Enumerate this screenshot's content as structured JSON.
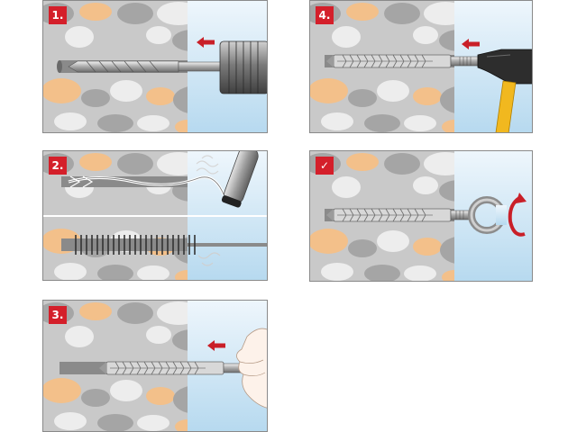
{
  "steps": [
    {
      "id": "step-1",
      "label": "1.",
      "action": "drill-hole"
    },
    {
      "id": "step-2",
      "label": "2.",
      "action": "clean-hole"
    },
    {
      "id": "step-3",
      "label": "3.",
      "action": "insert-anchor"
    },
    {
      "id": "step-4",
      "label": "4.",
      "action": "hammer-anchor"
    },
    {
      "id": "step-done",
      "label": "✓",
      "action": "screw-eye-hook"
    }
  ],
  "colors": {
    "badge": "#d41f2a",
    "stone_bg": "#c9c9c9",
    "pebble_dark": "#a3a3a3",
    "pebble_light": "#ececec",
    "pebble_tan": "#f3c08a",
    "air_light": "#e6f2fb",
    "air_blue": "#b4d8ef",
    "arrow": "#c91f28",
    "hammer_handle": "#f1b81f"
  },
  "icons": {
    "direction": "arrow-left-icon",
    "rotation": "rotate-clockwise-icon",
    "done": "checkmark-icon"
  }
}
